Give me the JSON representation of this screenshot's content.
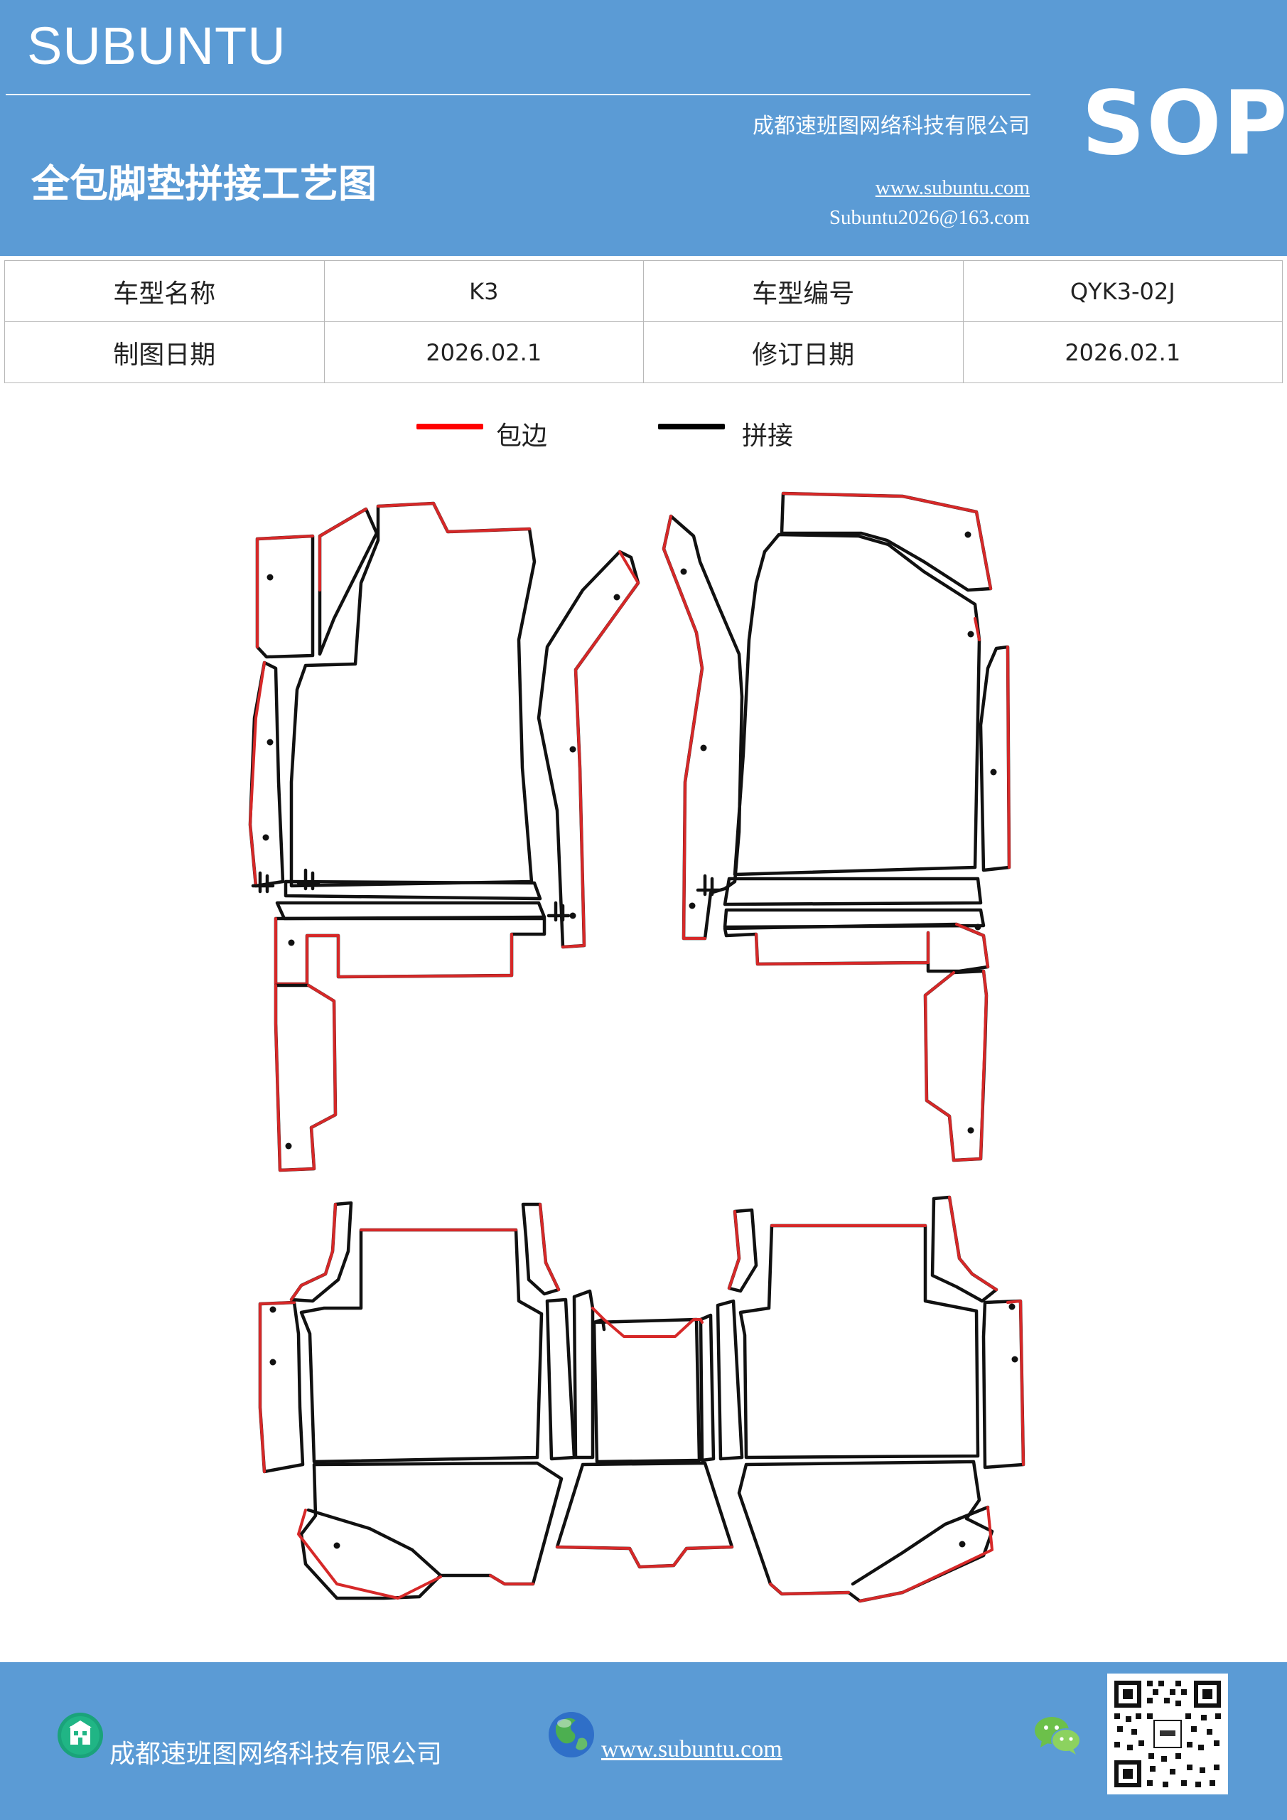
{
  "header": {
    "brand": "SUBUNTU",
    "title": "全包脚垫拼接工艺图",
    "company": "成都速班图网络科技有限公司",
    "website": "www.subuntu.com",
    "email": "Subuntu2026@163.com",
    "badge": "SOP"
  },
  "info": {
    "model_name_label": "车型名称",
    "model_name": "K3",
    "model_code_label": "车型编号",
    "model_code": "QYK3-02J",
    "draw_date_label": "制图日期",
    "draw_date": "2026.02.1",
    "revise_date_label": "修订日期",
    "revise_date": "2026.02.1"
  },
  "legend": [
    {
      "label": "包边",
      "color": "#ff0000"
    },
    {
      "label": "拼接",
      "color": "#000000"
    }
  ],
  "colors": {
    "header_bg": "#5b9bd5",
    "binding_edge": "#d62828",
    "seam_edge": "#111111"
  },
  "footer": {
    "company": "成都速班图网络科技有限公司",
    "website": "www.subuntu.com",
    "icons": [
      "building-icon",
      "globe-icon",
      "wechat-icon",
      "qr-code"
    ]
  }
}
